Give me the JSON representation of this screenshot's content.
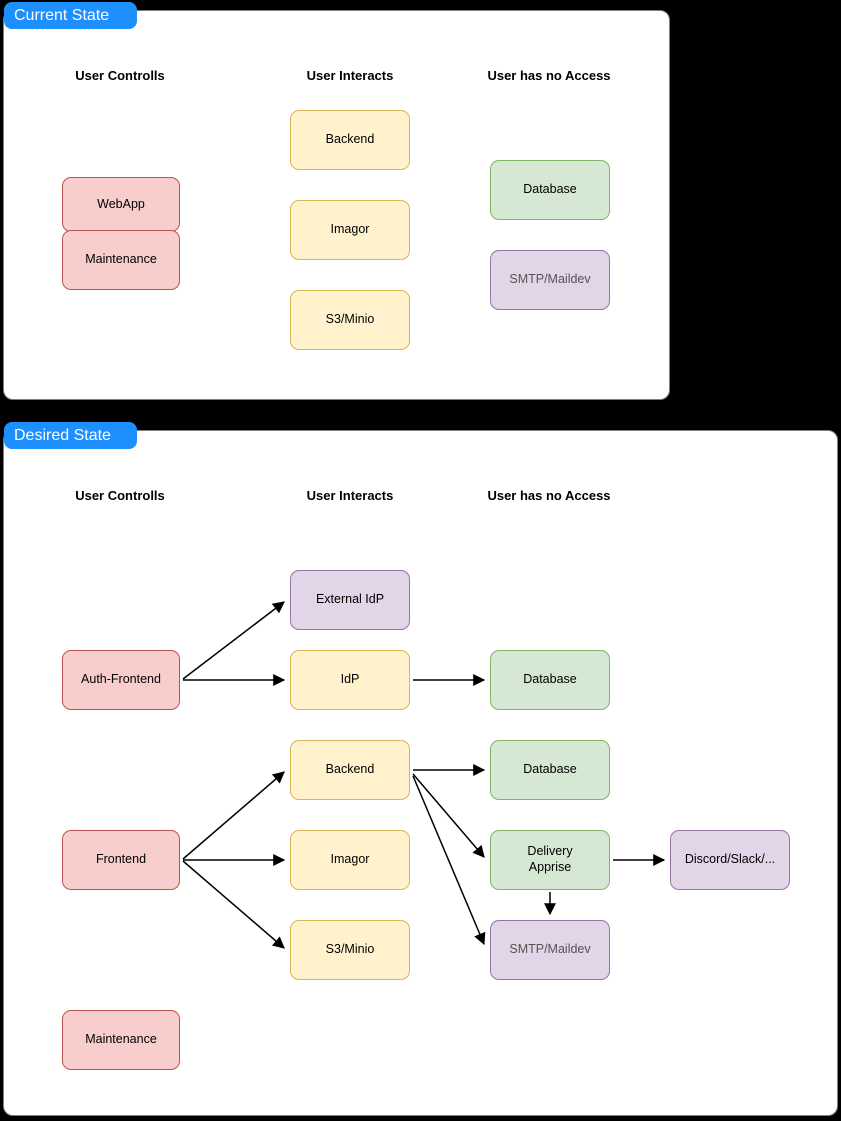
{
  "colors": {
    "background": "#000000",
    "panel_fill": "#ffffff",
    "panel_border": "#7f7f7f",
    "tab_fill": "#1e8fff",
    "tab_text": "#ffffff",
    "red_fill": "#f8cecc",
    "red_border": "#b85450",
    "yellow_fill": "#fff2cc",
    "yellow_border": "#d6b656",
    "green_fill": "#d5e8d4",
    "green_border": "#82b366",
    "purple_fill": "#e1d5e7",
    "purple_border": "#9673a6",
    "arrow": "#000000",
    "smtp_label_text": "#545454"
  },
  "panels": [
    {
      "title": "Current State",
      "headers": [
        "User Controlls",
        "User Interacts",
        "User has no Access"
      ],
      "nodes": [
        {
          "label": "WebApp",
          "color": "red",
          "column": "User Controlls"
        },
        {
          "label": "Maintenance",
          "color": "red",
          "column": "User Controlls"
        },
        {
          "label": "Backend",
          "color": "yellow",
          "column": "User Interacts"
        },
        {
          "label": "Imagor",
          "color": "yellow",
          "column": "User Interacts"
        },
        {
          "label": "S3/Minio",
          "color": "yellow",
          "column": "User Interacts"
        },
        {
          "label": "Database",
          "color": "green",
          "column": "User has no Access"
        },
        {
          "label": "SMTP/Maildev",
          "color": "purple",
          "column": "User has no Access"
        }
      ],
      "edges": []
    },
    {
      "title": "Desired State",
      "headers": [
        "User Controlls",
        "User Interacts",
        "User has no Access"
      ],
      "nodes": [
        {
          "label": "External IdP",
          "color": "purple",
          "column": "User Interacts"
        },
        {
          "label": "Auth-Frontend",
          "color": "red",
          "column": "User Controlls"
        },
        {
          "label": "IdP",
          "color": "yellow",
          "column": "User Interacts"
        },
        {
          "label": "Database",
          "color": "green",
          "column": "User has no Access"
        },
        {
          "label": "Backend",
          "color": "yellow",
          "column": "User Interacts"
        },
        {
          "label": "Database",
          "color": "green",
          "column": "User has no Access"
        },
        {
          "label": "Frontend",
          "color": "red",
          "column": "User Controlls"
        },
        {
          "label": "Imagor",
          "color": "yellow",
          "column": "User Interacts"
        },
        {
          "label": "Delivery\nApprise",
          "color": "green",
          "column": "User has no Access"
        },
        {
          "label": "Discord/Slack/...",
          "color": "purple",
          "column": "User has no Access"
        },
        {
          "label": "S3/Minio",
          "color": "yellow",
          "column": "User Interacts"
        },
        {
          "label": "SMTP/Maildev",
          "color": "purple",
          "column": "User has no Access"
        },
        {
          "label": "Maintenance",
          "color": "red",
          "column": "User Controlls"
        }
      ],
      "edges": [
        {
          "from": "Auth-Frontend",
          "to": "External IdP"
        },
        {
          "from": "Auth-Frontend",
          "to": "IdP"
        },
        {
          "from": "IdP",
          "to": "Database"
        },
        {
          "from": "Frontend",
          "to": "Backend"
        },
        {
          "from": "Frontend",
          "to": "Imagor"
        },
        {
          "from": "Frontend",
          "to": "S3/Minio"
        },
        {
          "from": "Backend",
          "to": "Database"
        },
        {
          "from": "Backend",
          "to": "Delivery Apprise"
        },
        {
          "from": "Backend",
          "to": "SMTP/Maildev"
        },
        {
          "from": "Delivery Apprise",
          "to": "Discord/Slack/..."
        },
        {
          "from": "Delivery Apprise",
          "to": "SMTP/Maildev"
        }
      ]
    }
  ]
}
